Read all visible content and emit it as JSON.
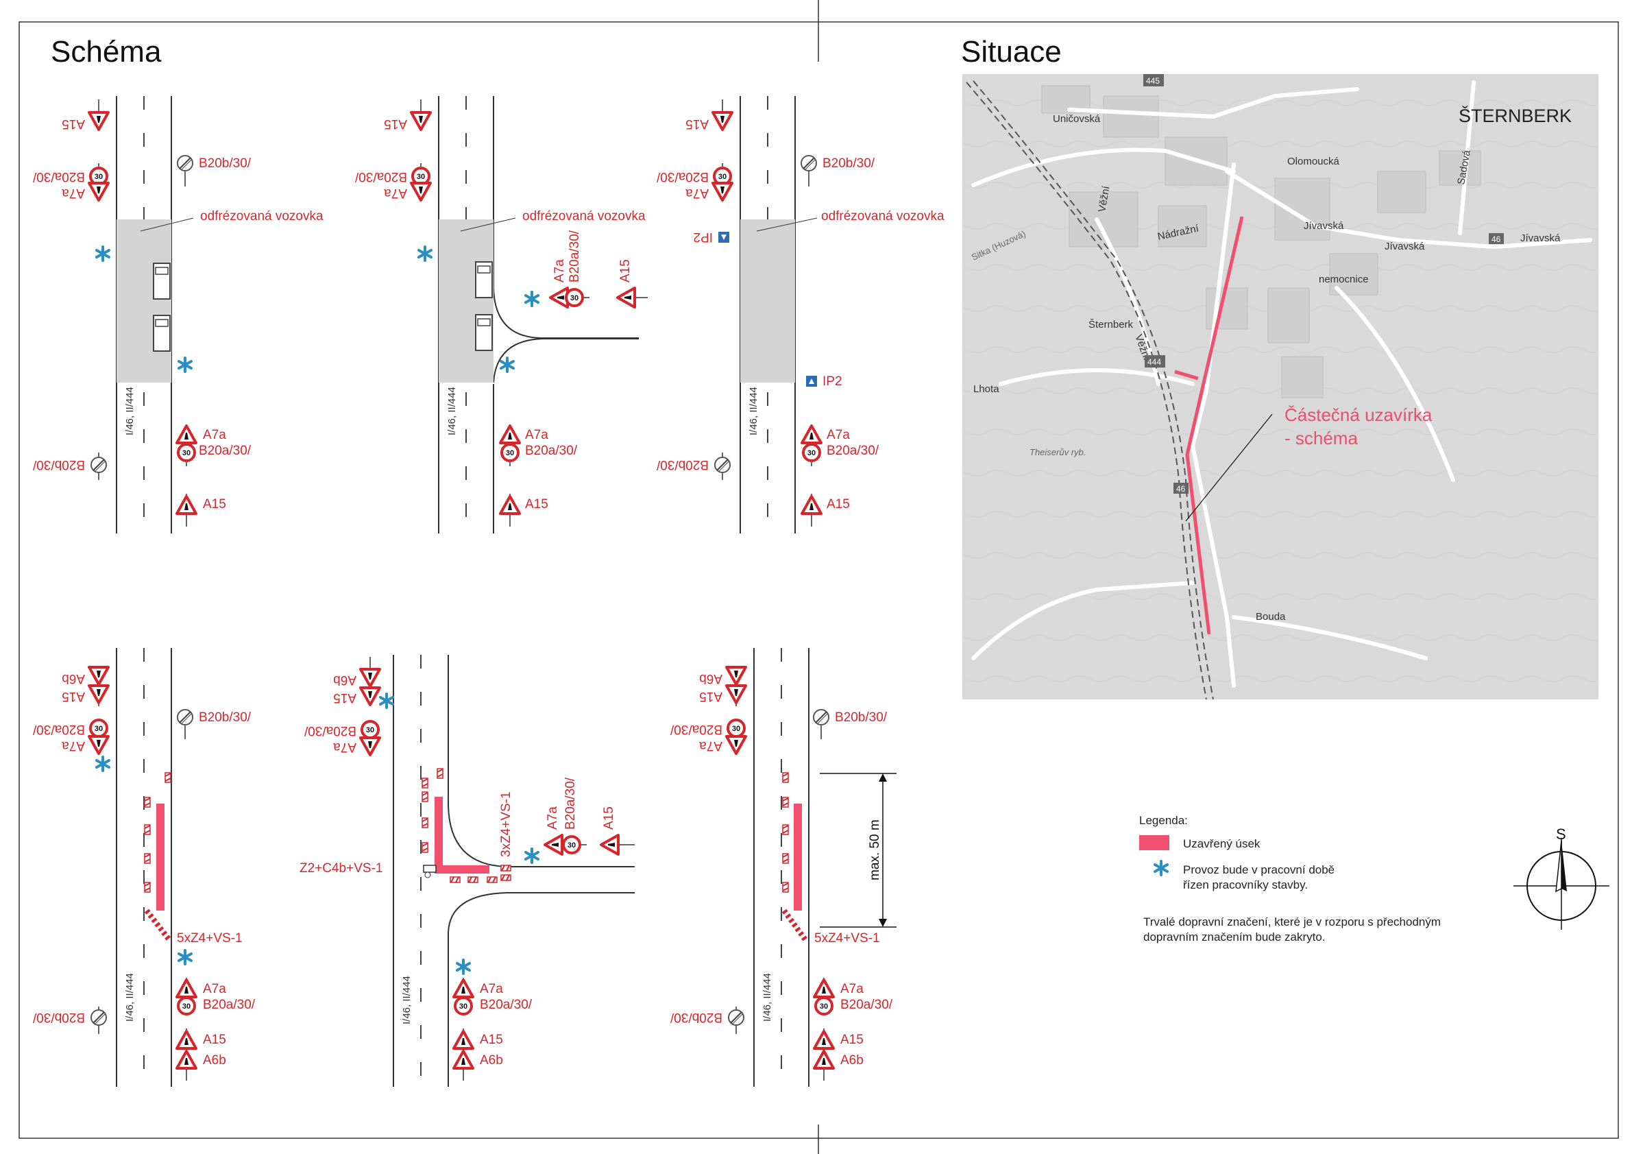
{
  "headings": {
    "schema": "Schéma",
    "situace": "Situace"
  },
  "road_id": "I/46, II/444",
  "schema_labels": {
    "milled": "odfrézovaná vozovka",
    "closure_panel_left": "5xZ4+VS-1",
    "closure_panel_right": "5xZ4+VS-1",
    "junction_left": "Z2+C4b+VS-1",
    "junction_up": "3xZ4+VS-1",
    "max_distance": "max. 50 m"
  },
  "sign_codes": {
    "A7a": "A7a",
    "B20a": "B20a/30/",
    "B20b": "B20b/30/",
    "A15": "A15",
    "A6b": "A6b",
    "IP2": "IP2",
    "speed": "30"
  },
  "map": {
    "town": "ŠTERNBERK",
    "annotation_line1": "Částečná uzavírka",
    "annotation_line2": "- schéma",
    "streets": [
      "Uničovská",
      "Olomoucká",
      "Jívavská",
      "Jívavská",
      "Jívavská",
      "Nádražní",
      "Věžní",
      "Věžní",
      "Šternberk",
      "nemocnice",
      "Lhota",
      "Theiserův ryb.",
      "Bouda",
      "Sadová",
      "Sitka (Huzová)"
    ],
    "road_numbers": [
      "445",
      "444",
      "46",
      "46"
    ]
  },
  "legend": {
    "title": "Legenda:",
    "closed": "Uzavřený úsek",
    "worker_line1": "Provoz bude v pracovní době",
    "worker_line2": "řízen pracovníky stavby.",
    "note_line1": "Trvalé dopravní značení, které je v rozporu s přechodným",
    "note_line2": "dopravním značením bude zakryto."
  },
  "compass": {
    "label": "S"
  },
  "colors": {
    "sign_red": "#d7262b",
    "closure": "#f0506e",
    "asterisk": "#2a8fc1",
    "ip2_blue": "#2d6db5",
    "milled_grey": "#d4d4d4",
    "map_bg": "#d9d9d9"
  },
  "icons": [
    "warning-triangle-icon",
    "speed-limit-30-icon",
    "end-speed-limit-icon",
    "asterisk-icon",
    "ip2-crossing-icon",
    "compass-icon",
    "vehicle-icon"
  ]
}
